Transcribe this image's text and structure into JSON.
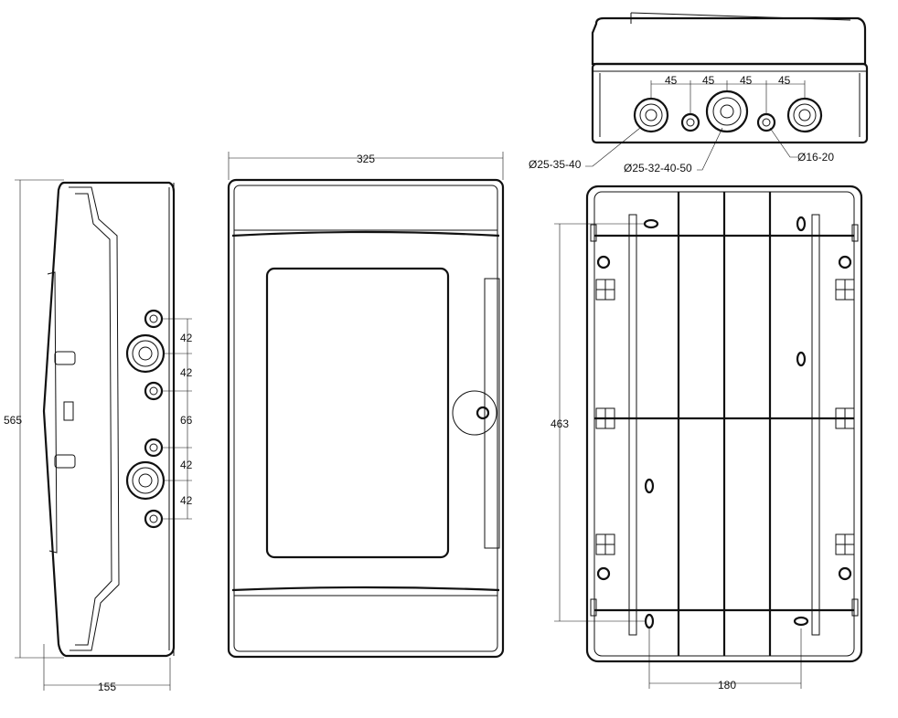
{
  "views": {
    "side": {
      "height_label": "565",
      "depth_label": "155",
      "spacing_labels": [
        "42",
        "42",
        "66",
        "42",
        "42"
      ]
    },
    "front": {
      "width_label": "325"
    },
    "top": {
      "spacing_labels": [
        "45",
        "45",
        "45",
        "45"
      ],
      "gland_large_left": "Ø25-35-40",
      "gland_large_center": "Ø25-32-40-50",
      "gland_small": "Ø16-20"
    },
    "back": {
      "mount_height_label": "463",
      "mount_width_label": "180"
    }
  }
}
